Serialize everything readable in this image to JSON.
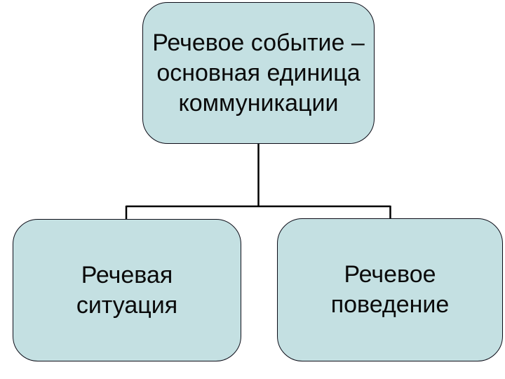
{
  "diagram": {
    "type": "hierarchy",
    "background_color": "#ffffff",
    "node_fill_color": "#c4e0e2",
    "node_border_color": "#0d0d18",
    "text_color": "#0a0a0a",
    "connector_color": "#000000",
    "nodes": [
      {
        "id": "root",
        "label": "Речевое событие – основная единица коммуникации",
        "lines": [
          "Речевое событие –",
          "основная единица",
          "коммуникации"
        ]
      },
      {
        "id": "child-left",
        "label": "Речевая ситуация",
        "lines": [
          "Речевая",
          "ситуация"
        ]
      },
      {
        "id": "child-right",
        "label": "Речевое поведение",
        "lines": [
          "Речевое",
          "поведение"
        ]
      }
    ]
  }
}
